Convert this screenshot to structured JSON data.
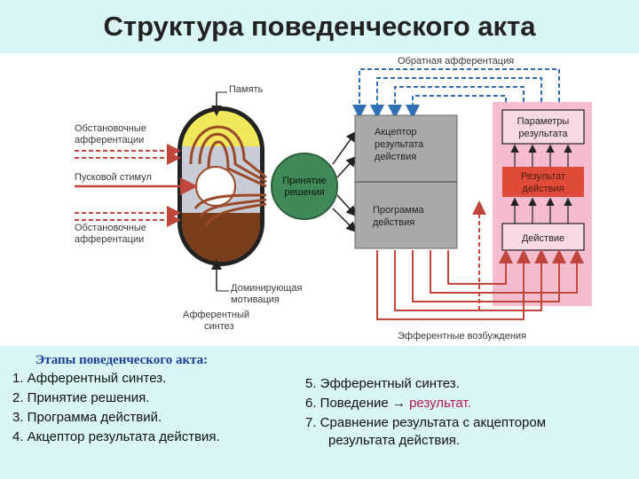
{
  "title": "Структура поведенческого акта",
  "diagram": {
    "feedback_label": "Обратная афферентация",
    "memory_label": "Память",
    "situational_top_label": [
      "Обстановочные",
      "афферентации"
    ],
    "trigger_label": "Пусковой стимул",
    "situational_bottom_label": [
      "Обстановочные",
      "афферентации"
    ],
    "motivation_label": [
      "Доминирующая",
      "мотивация"
    ],
    "afferent_synthesis_label": [
      "Афферентный",
      "синтез"
    ],
    "decision_label": [
      "Принятие",
      "решения"
    ],
    "acceptor_label": [
      "Акцептор",
      "результата",
      "действия"
    ],
    "program_label": [
      "Программа",
      "действия"
    ],
    "params_label": [
      "Параметры",
      "результата"
    ],
    "result_label": [
      "Результат",
      "действия"
    ],
    "action_label": "Действие",
    "efferent_label": "Эфферентные возбуждения"
  },
  "stages_heading": "Этапы поведенческого акта:",
  "stages_left": [
    "1. Афферентный синтез.",
    "2. Принятие решения.",
    "3. Программа действий.",
    "4. Акцептор результата действия."
  ],
  "stages_right": {
    "s5": "5. Эфферентный синтез.",
    "s6_prefix": "6. Поведение → ",
    "s6_accent": "результат.",
    "s7_line1": "7. Сравнение результата с акцептором",
    "s7_line2": "результата действия."
  },
  "colors": {
    "background": "#d9f5f5",
    "blue_arrows": "#2e6fb6",
    "red_arrows": "#c0453a",
    "brown_fibers": "#9a4a28",
    "pink_block": "#f5bcd0",
    "gray_block": "#a9a9a9",
    "green_node": "#3f8a58"
  }
}
